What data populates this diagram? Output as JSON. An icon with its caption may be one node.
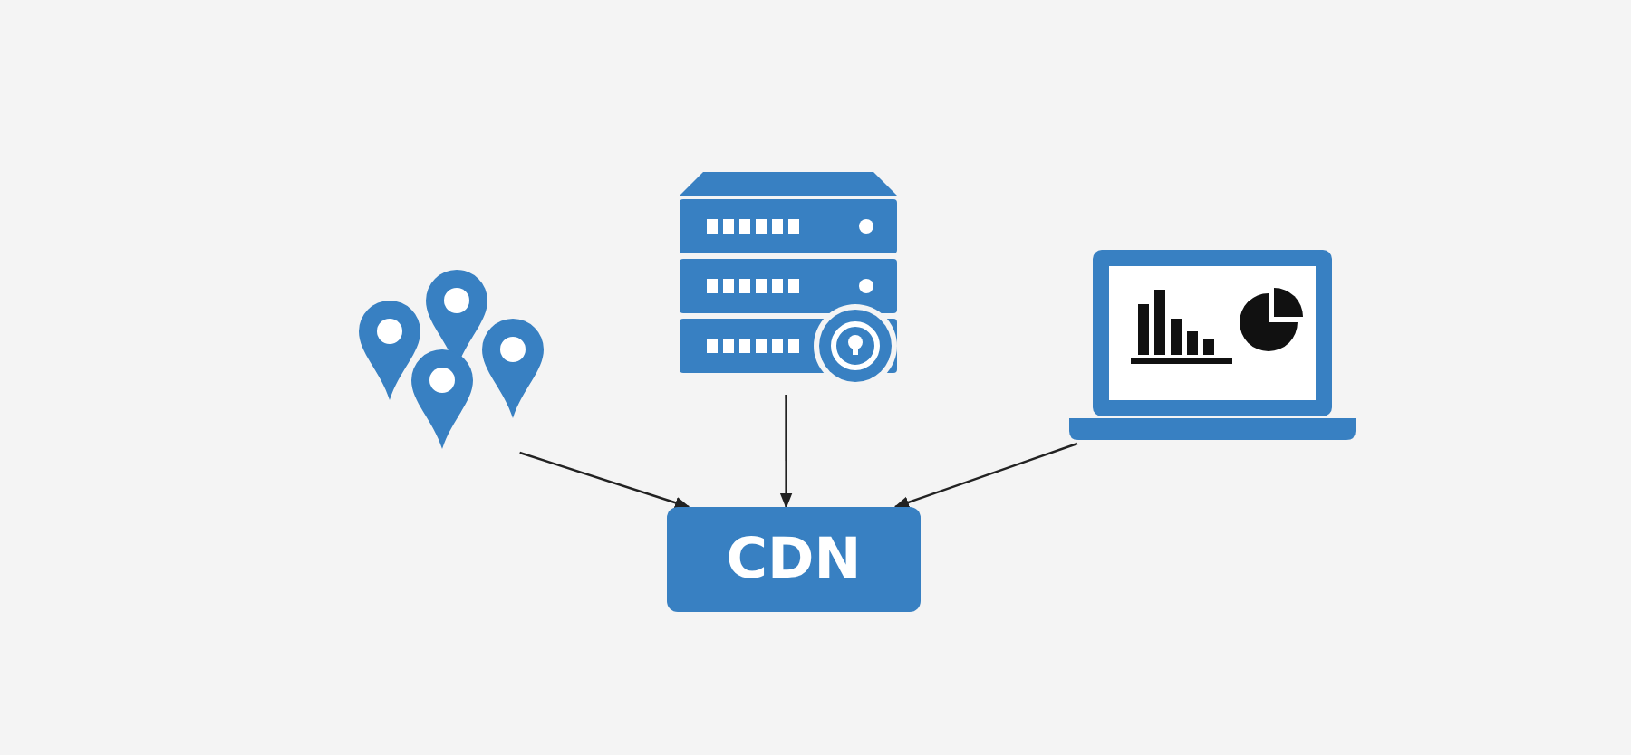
{
  "diagram": {
    "nodes": [
      {
        "text": [],
        "shape": "picture"
      },
      {
        "text": [],
        "shape": "picture"
      },
      {
        "text": [],
        "shape": "picture"
      },
      {
        "text": [
          "CDN"
        ]
      }
    ],
    "edges": [
      {
        "from": 0,
        "to": 3,
        "arrow": "to"
      },
      {
        "from": 1,
        "to": 3,
        "arrow": "to"
      },
      {
        "from": 2,
        "to": 3,
        "arrow": "to"
      }
    ]
  }
}
